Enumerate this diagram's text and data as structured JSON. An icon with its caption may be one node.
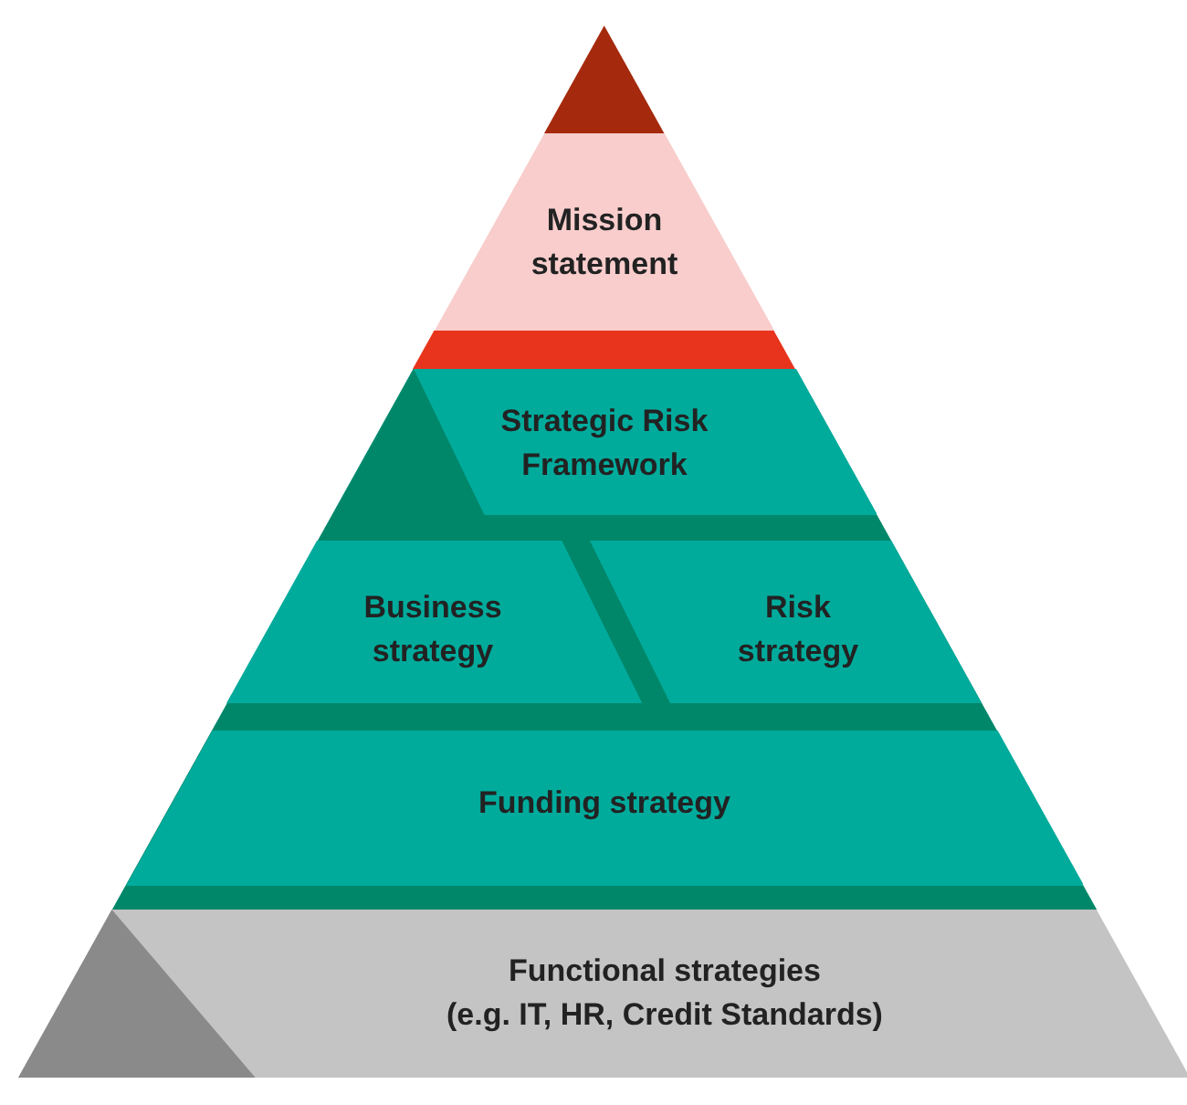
{
  "diagram": {
    "nodes": [
      {
        "text": [],
        "shape": "triangle"
      },
      {
        "text": [
          "Mission statement"
        ]
      },
      {
        "text": [],
        "shape": "bar"
      },
      {
        "text": [
          "Strategic Risk Framework"
        ]
      },
      {
        "text": [
          "Business strategy"
        ]
      },
      {
        "text": [
          "Risk strategy"
        ]
      },
      {
        "text": [
          "Funding strategy"
        ]
      },
      {
        "text": [
          "Functional strategies",
          "(e.g. IT, HR, Credit Standards)"
        ]
      }
    ]
  }
}
